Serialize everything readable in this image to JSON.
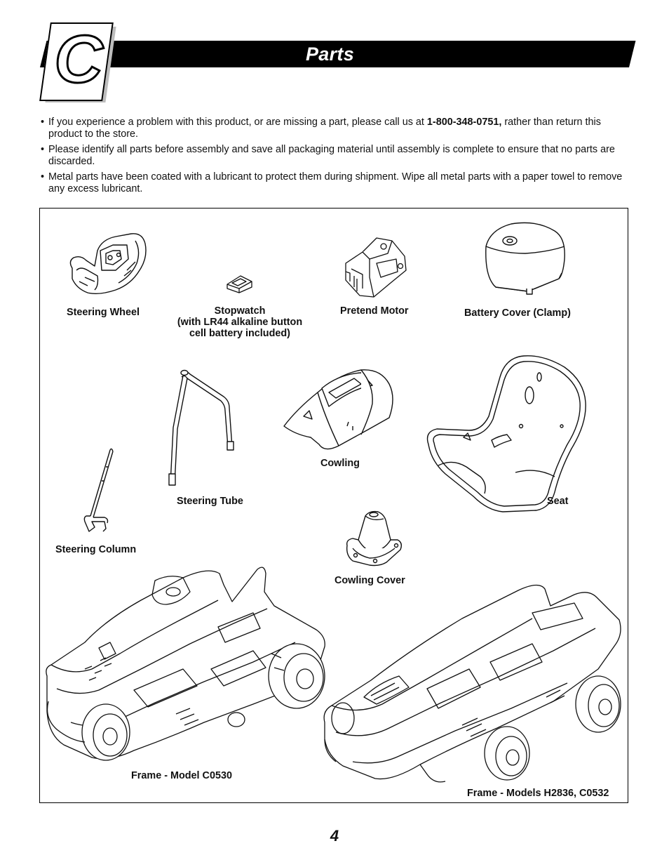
{
  "section": {
    "letter": "C",
    "title": "Parts"
  },
  "bullets": {
    "b1_pre": "If you experience a problem with this product, or are missing a part, please call us at ",
    "b1_phone": "1-800-348-0751,",
    "b1_post": " rather than return this product to the store.",
    "b2": "Please identify all parts before assembly and save all packaging material until assembly is complete to ensure that no parts are discarded.",
    "b3": "Metal parts have been coated with a lubricant to protect them during shipment. Wipe all metal parts with a paper towel to remove any excess lubricant."
  },
  "parts": {
    "steering_wheel": "Steering Wheel",
    "stopwatch_line1": "Stopwatch",
    "stopwatch_line2": "(with LR44 alkaline button",
    "stopwatch_line3": "cell battery included)",
    "pretend_motor": "Pretend Motor",
    "battery_cover": "Battery Cover (Clamp)",
    "steering_tube": "Steering Tube",
    "cowling": "Cowling",
    "seat": "Seat",
    "steering_column": "Steering Column",
    "cowling_cover": "Cowling Cover",
    "frame_c0530": "Frame - Model C0530",
    "frame_h2836": "Frame - Models H2836, C0532"
  },
  "page_number": "4"
}
